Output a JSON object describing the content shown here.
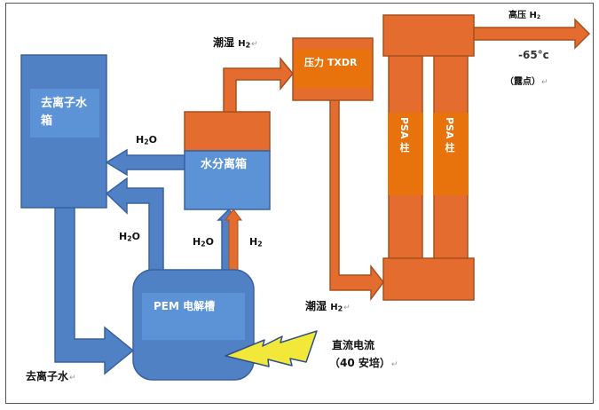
{
  "title": "PEM electrolysis hydrogen production flow",
  "colors": {
    "blue_fill": "#4f81c4",
    "blue_label_panel": "#5b93d6",
    "blue_stroke": "#3a62a0",
    "orange_fill": "#e36c2e",
    "orange_label_panel": "#e8720c",
    "orange_stroke": "#a8501f",
    "lightning_fill": "#f2e83a",
    "lightning_stroke": "#2f4f8a",
    "text_dark": "#111111",
    "text_light": "#ffffff"
  },
  "components": {
    "di_water_tank": {
      "label_line1": "去离子水",
      "label_line2": "箱"
    },
    "water_separator": {
      "label": "水分离箱"
    },
    "pressure_txdr": {
      "label": "压力 TXDR"
    },
    "psa_column_1": {
      "label": "PSA 柱"
    },
    "psa_column_2": {
      "label": "PSA 柱"
    },
    "pem_electrolyzer": {
      "label": "PEM 电解槽"
    }
  },
  "flow_labels": {
    "wet_h2_top": {
      "prefix": "潮湿 ",
      "main": "H",
      "sub": "2"
    },
    "wet_h2_bottom": {
      "prefix": "潮湿 ",
      "main": "H",
      "sub": "2"
    },
    "h2o_separator_to_tank": {
      "main": "H",
      "sub": "2",
      "suffix": "O"
    },
    "h2o_cell_to_tank": {
      "main": "H",
      "sub": "2",
      "suffix": "O"
    },
    "h2o_cell_to_separator": {
      "main": "H",
      "sub": "2",
      "suffix": "O"
    },
    "h2_cell_to_separator": {
      "main": "H",
      "sub": "2"
    },
    "hp_h2_output": {
      "prefix": "高压 ",
      "main": "H",
      "sub": "2"
    },
    "dew_point_value": "-65°c",
    "dew_point_label": "（露点）",
    "di_water_input": "去离子水",
    "dc_current_line1": "直流电流",
    "dc_current_line2": "（40 安培）"
  },
  "paragraph_mark": "↵"
}
